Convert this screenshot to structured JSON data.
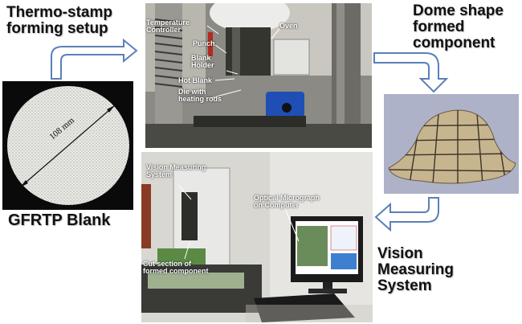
{
  "titles": {
    "setup": "Thermo-stamp\nforming setup",
    "dome": "Dome shape\nformed\ncomponent",
    "blank": "GFRTP Blank",
    "vision": "Vision\nMeasuring\nSystem"
  },
  "blank_dimension": "108 mm",
  "setup_labels": {
    "temperature": "Temperature\nController",
    "punch": "Punch",
    "oven": "Oven",
    "blank_holder": "Blank\nHolder",
    "hot_blank": "Hot Blank",
    "die": "Die with\nheating rods"
  },
  "vision_labels": {
    "system": "Vision Measuring\nSystem",
    "micrograph": "Optical Micrograph\non Computer",
    "cut_section": "Cut section of\nformed component"
  },
  "colors": {
    "arrow_fill": "#ffffff",
    "arrow_stroke": "#5a80b8",
    "machine_blue": "#1f4fb5"
  }
}
